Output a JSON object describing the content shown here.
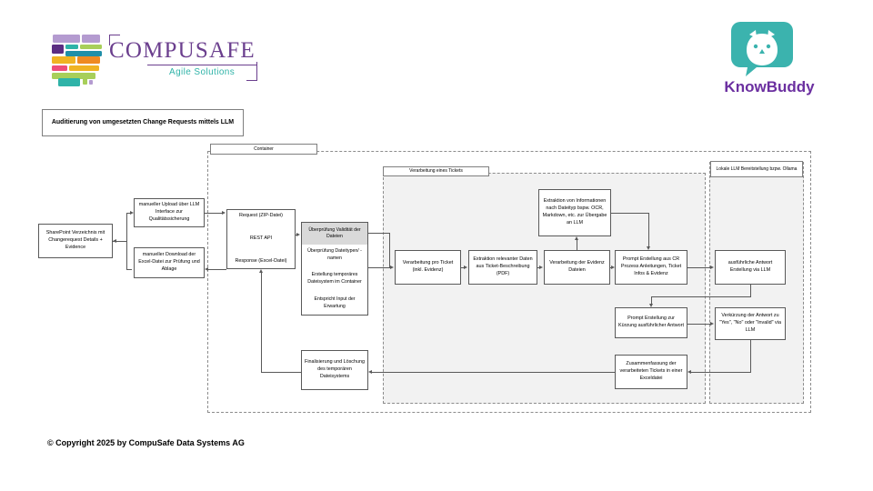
{
  "brand": {
    "compusafe": {
      "word": "COMPUSAFE",
      "tagline": "Agile Solutions",
      "purple": "#6b3f8e",
      "teal": "#2fb3a8"
    },
    "knowbuddy": {
      "word": "KnowBuddy",
      "teal": "#3bb3ae",
      "purple": "#6b2fa0"
    }
  },
  "title": {
    "text": "Auditierung von umgesetzten Change Requests mittels LLM"
  },
  "footer": {
    "text": "© Copyright 2025 by CompuSafe Data Systems AG"
  },
  "regions": {
    "container": {
      "label": "Container"
    },
    "ticket": {
      "label": "Verarbeitung eines Tickets"
    },
    "llm": {
      "label": "Lokale LLM Bereitstellung bzpw. Ollama"
    }
  },
  "nodes": {
    "sharepoint": "SharePoint Verzeichnis mit Changerequest Details + Evidence",
    "manual_upload": "manueller Upload über LLM Interface zur Qualitätssicherung",
    "manual_download": "manueller Download der Excel-Datei zur Prüfung und Ablage",
    "api_request": "Request (ZIP-Datei)",
    "api_core": "REST API",
    "api_response": "Response (Excel-Datei)",
    "validation_1": "Überprüfung Validität der Dateien",
    "validation_2": "Überprüfung Dateitypen/ -namen",
    "validation_3": "Erstellung temporäres Dateisystem im Container",
    "validation_4": "Entspricht Input der Erwartung",
    "verarbeitung_pro_ticket": "Verarbeitung pro Ticket (inkl. Evidenz)",
    "extraktion_relevanter": "Extraktion relevanter Daten aus Ticket-Beschreibung (PDF)",
    "verarbeitung_evidenz": "Verarbeitung der Evidenz Dateien",
    "extraktion_informationen": "Extraktion von Informationen nach Dateityp bspw. OCR, Markdown, etc. zur Übergabe an LLM",
    "prompt_erstellung_cr": "Prompt Erstellung aus CR Prozess Anleitungen, Ticket Infos & Evidenz",
    "prompt_erstellung_kuerzung": "Prompt Erstellung zur Kürzung ausführlicher Antwort",
    "zusammenfassung": "Zusammenfassung der verarbeiteten Tickets in einer Exceldatei",
    "ausfuehrliche_antwort": "ausführliche Antwort Erstellung via LLM",
    "verkuerzung": "Verkürzung der Antwort zu \"Yes\", \"No\" oder \"Invalid\" via LLM",
    "finalisierung": "Finalisierung und Löschung des temporären Dateisystems"
  },
  "colors": {
    "node_border": "#595959",
    "node_fill": "#ffffff",
    "node_fill_shaded": "#d9d9d9",
    "region_border": "#8c8c8c",
    "region_fill": "#f2f2f2"
  }
}
